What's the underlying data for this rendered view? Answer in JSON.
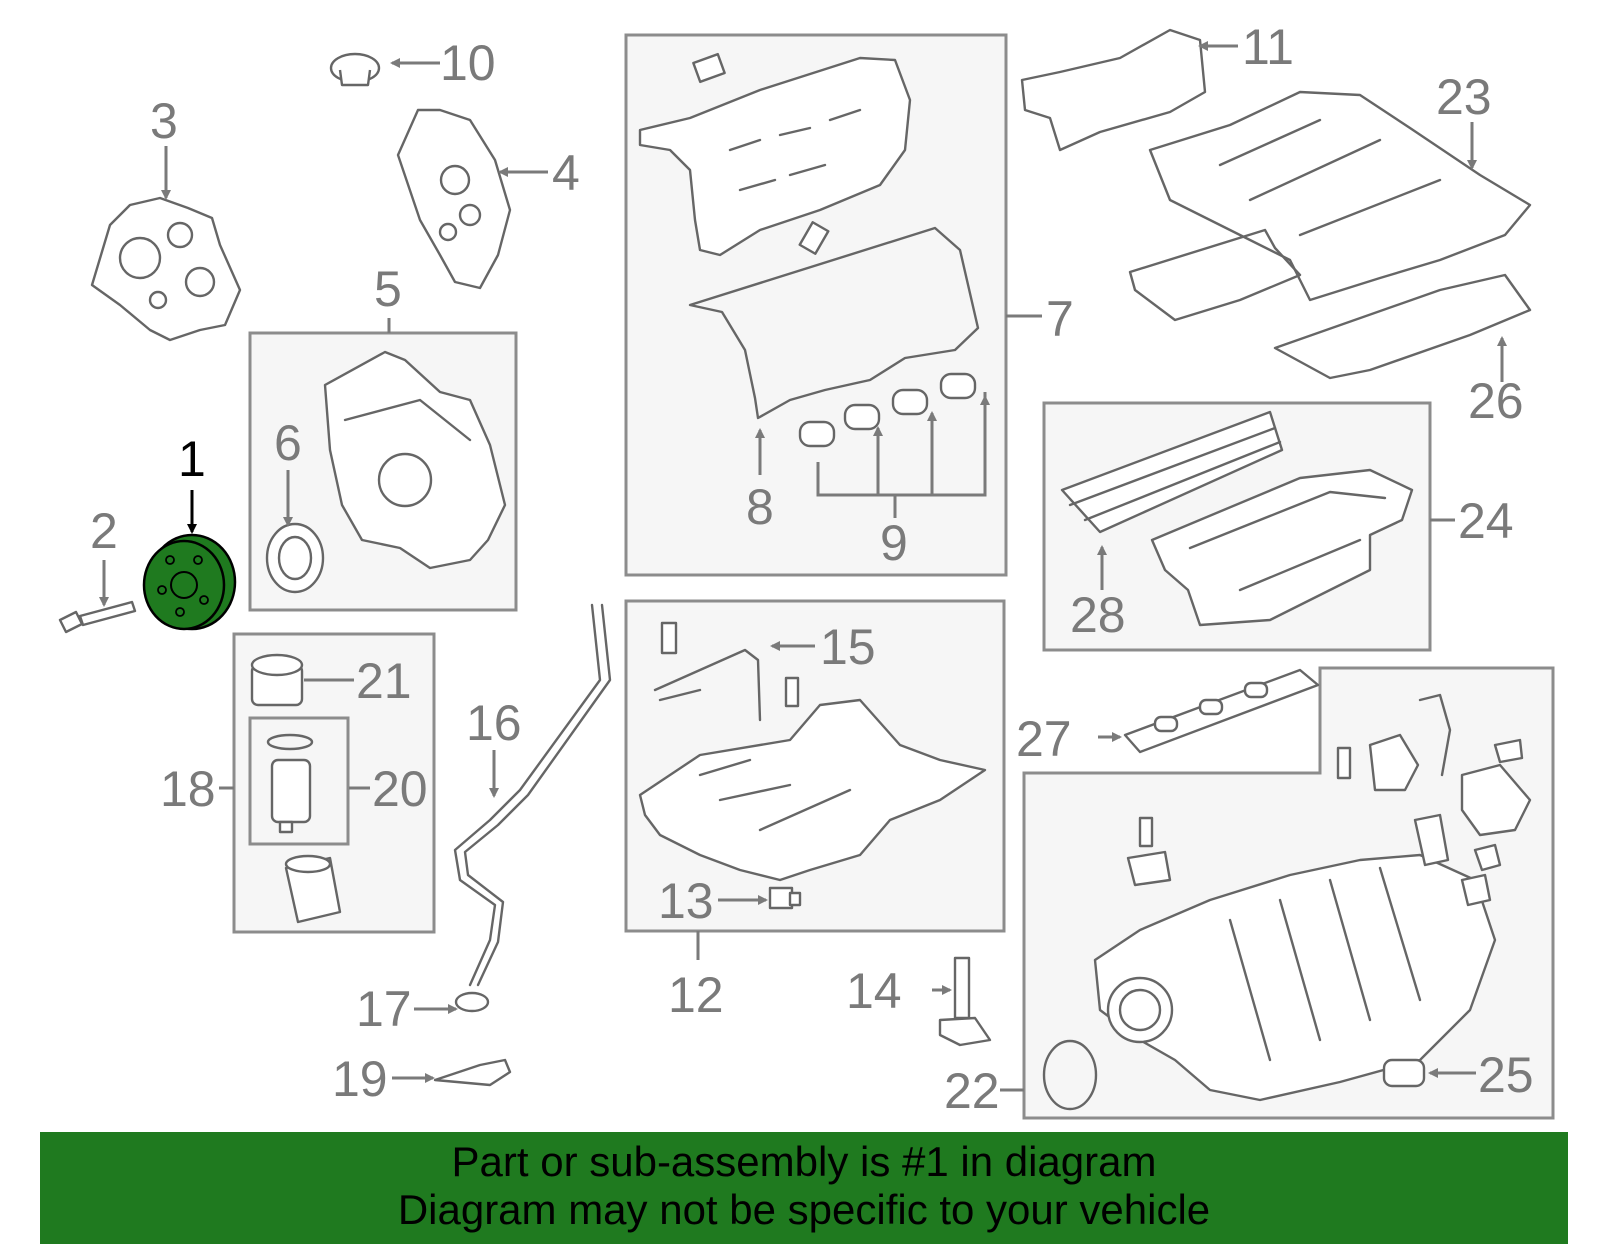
{
  "callouts": [
    "1",
    "2",
    "3",
    "4",
    "5",
    "6",
    "7",
    "8",
    "9",
    "10",
    "11",
    "12",
    "13",
    "14",
    "15",
    "16",
    "17",
    "18",
    "19",
    "20",
    "21",
    "22",
    "23",
    "24",
    "25",
    "26",
    "27",
    "28"
  ],
  "highlight": {
    "callout": "1",
    "color": "#1f7a1f"
  },
  "banner": {
    "line1": "Part or sub-assembly is #1 in diagram",
    "line2": "Diagram may not be specific to your vehicle",
    "background": "#1f7a1f"
  }
}
